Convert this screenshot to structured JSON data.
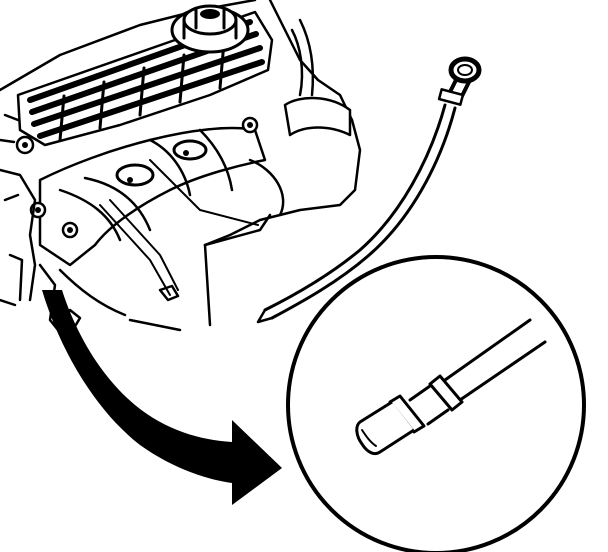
{
  "figure": {
    "kind": "line-art technical illustration",
    "ink_color": "#000000",
    "paper_color": "#ffffff",
    "parts": {
      "engine": "engine-block-with-oil-filler-cap",
      "dipstick": "oil-level-dipstick-with-ring-handle",
      "tube": "dipstick-guide-tube",
      "callout": "detail-magnifier-circle",
      "arrow": "curved-pointer-arrow",
      "detail": "dipstick-tip-with-ferrules"
    }
  }
}
